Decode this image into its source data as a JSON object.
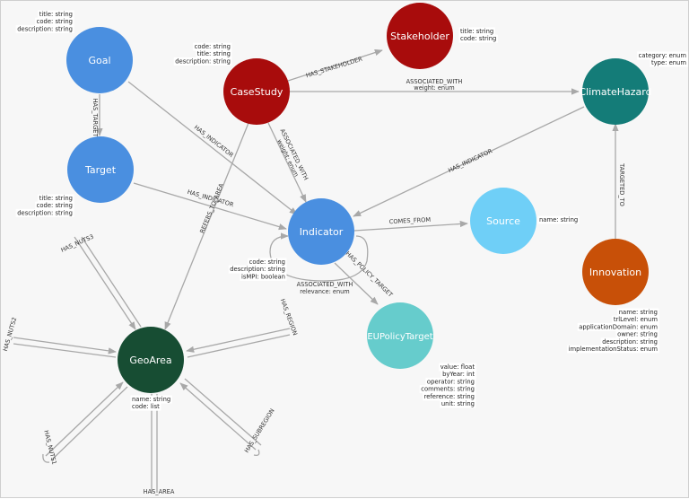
{
  "nodes": [
    {
      "id": "Goal",
      "label": "Goal",
      "color": "#4a8fe0",
      "props": [
        "title: string",
        "code: string",
        "description: string"
      ]
    },
    {
      "id": "Target",
      "label": "Target",
      "color": "#4a8fe0",
      "props": [
        "title: string",
        "code: string",
        "description: string"
      ]
    },
    {
      "id": "CaseStudy",
      "label": "CaseStudy",
      "color": "#a80c0c",
      "props": [
        "code: string",
        "title: string",
        "description: string"
      ]
    },
    {
      "id": "Stakeholder",
      "label": "Stakeholder",
      "color": "#a80c0c",
      "props": [
        "title: string",
        "code: string"
      ]
    },
    {
      "id": "ClimateHazard",
      "label": "ClimateHazard",
      "color": "#147c78",
      "props": [
        "category: enum",
        "type: enum"
      ]
    },
    {
      "id": "Indicator",
      "label": "Indicator",
      "color": "#4a8fe0",
      "props": [
        "code: string",
        "description: string",
        "isMPI: boolean"
      ]
    },
    {
      "id": "Source",
      "label": "Source",
      "color": "#6fcff7",
      "props": [
        "name: string"
      ]
    },
    {
      "id": "Innovation",
      "label": "Innovation",
      "color": "#c85008",
      "props": [
        "name: string",
        "trlLevel: enum",
        "applicationDomain: enum",
        "owner: string",
        "description: string",
        "implementationStatus: enum"
      ]
    },
    {
      "id": "EUPolicyTarget",
      "label": "EUPolicyTarget",
      "color": "#66cccc",
      "props": [
        "value: float",
        "byYear: int",
        "operator: string",
        "comments: string",
        "reference: string",
        "unit: string"
      ]
    },
    {
      "id": "GeoArea",
      "label": "GeoArea",
      "color": "#174d33",
      "props": [
        "name: string",
        "code: list"
      ]
    }
  ],
  "edges": [
    {
      "id": "goal-target",
      "label": "HAS_TARGET"
    },
    {
      "id": "goal-indicator",
      "label": "HAS_INDICATOR"
    },
    {
      "id": "target-indicator",
      "label": "HAS_INDICATOR"
    },
    {
      "id": "cs-stakeholder",
      "label": "HAS_STAKEHOLDER"
    },
    {
      "id": "cs-hazard",
      "label": "ASSOCIATED_WITH",
      "sub": "weight: enum"
    },
    {
      "id": "cs-indicator",
      "label": "ASSOCIATED_WITH",
      "sub": "weight: enum"
    },
    {
      "id": "cs-geoarea",
      "label": "REFERS_TO_AREA"
    },
    {
      "id": "hazard-indicator",
      "label": "HAS_INDICATOR"
    },
    {
      "id": "indicator-source",
      "label": "COMES_FROM"
    },
    {
      "id": "indicator-policy",
      "label": "HAS_POLICY_TARGET"
    },
    {
      "id": "indicator-loop",
      "label": "ASSOCIATED_WITH",
      "sub": "relevance: enum"
    },
    {
      "id": "innovation-hazard",
      "label": "TARGETED_TO"
    },
    {
      "id": "geo-nuts3",
      "label": "HAS_NUTS3"
    },
    {
      "id": "geo-nuts2",
      "label": "HAS_NUTS2"
    },
    {
      "id": "geo-nuts1",
      "label": "HAS_NUTS1"
    },
    {
      "id": "geo-area",
      "label": "HAS_AREA"
    },
    {
      "id": "geo-subregion",
      "label": "HAS_SUBREGION"
    },
    {
      "id": "geo-region",
      "label": "HAS_REGION"
    }
  ]
}
